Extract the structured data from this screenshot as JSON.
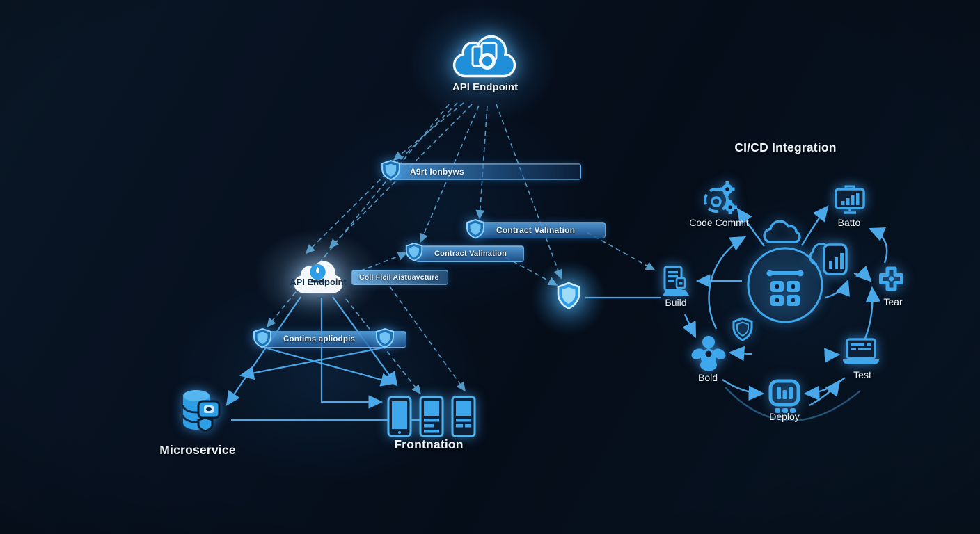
{
  "colors": {
    "accent": "#3fa8ed",
    "line": "#4aa8e8",
    "glow": "#7fd0ff",
    "background": "#060f1c",
    "label": "#eef6fc"
  },
  "left": {
    "top_node_label": "API Endpoint",
    "mid_node_label": "API Endpoint",
    "bars": [
      {
        "label": "A9rt Ionbyws"
      },
      {
        "label": "Contract Valination"
      },
      {
        "label": "Contract Valination"
      },
      {
        "label": "Coll Ficil Aistuavcture"
      },
      {
        "label": "Contims apliodpis"
      }
    ],
    "microservice_label": "Microservice",
    "frontend_label": "Frontnation"
  },
  "cicd": {
    "title": "CI/CD Integration",
    "nodes": [
      {
        "id": "code-commit",
        "label": "Code Commit"
      },
      {
        "id": "batto",
        "label": "Batto"
      },
      {
        "id": "build",
        "label": "Build"
      },
      {
        "id": "tear",
        "label": "Tear"
      },
      {
        "id": "bold",
        "label": "Bold"
      },
      {
        "id": "test",
        "label": "Test"
      },
      {
        "id": "deploy",
        "label": "Deploy"
      }
    ]
  }
}
